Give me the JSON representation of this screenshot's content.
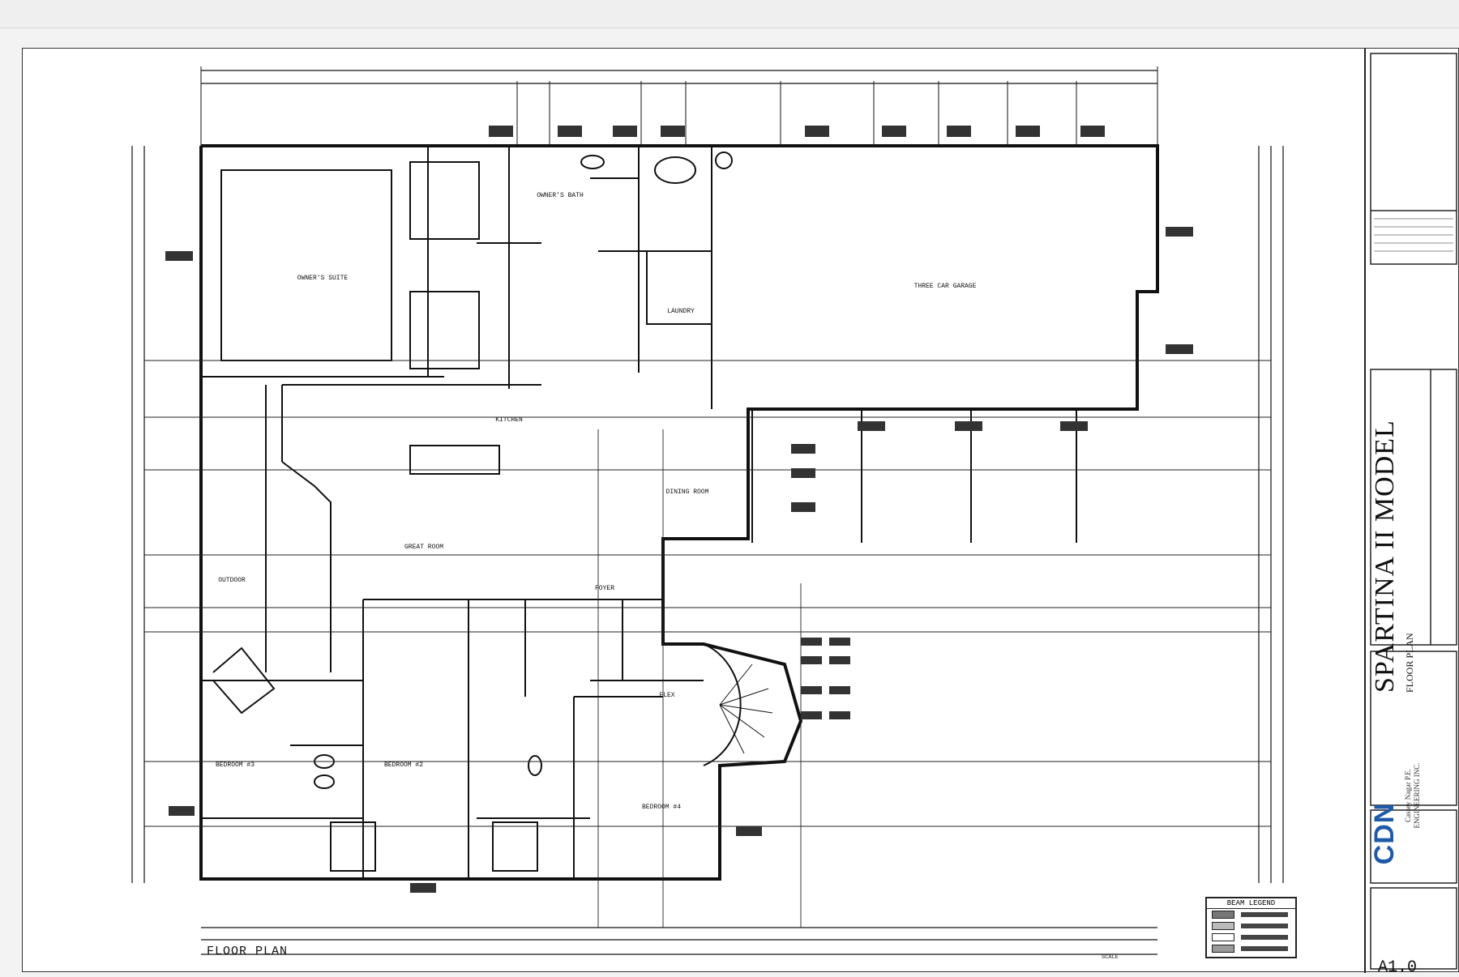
{
  "sheet": {
    "model_title": "SPARTINA II MODEL",
    "sheet_subtitle": "FLOOR PLAN",
    "drawing_title": "FLOOR PLAN",
    "sheet_number": "A1.0",
    "logo_text": "CDN",
    "engineer_lines": [
      "Cassey Nagar P.E.",
      "ENGINEERING INC."
    ]
  },
  "beam_legend": {
    "title": "BEAM LEGEND"
  },
  "colors": {
    "ink": "#111111",
    "logo_blue": "#1f5aa8",
    "paper": "#ffffff",
    "viewer_bg": "#f3f3f3"
  }
}
